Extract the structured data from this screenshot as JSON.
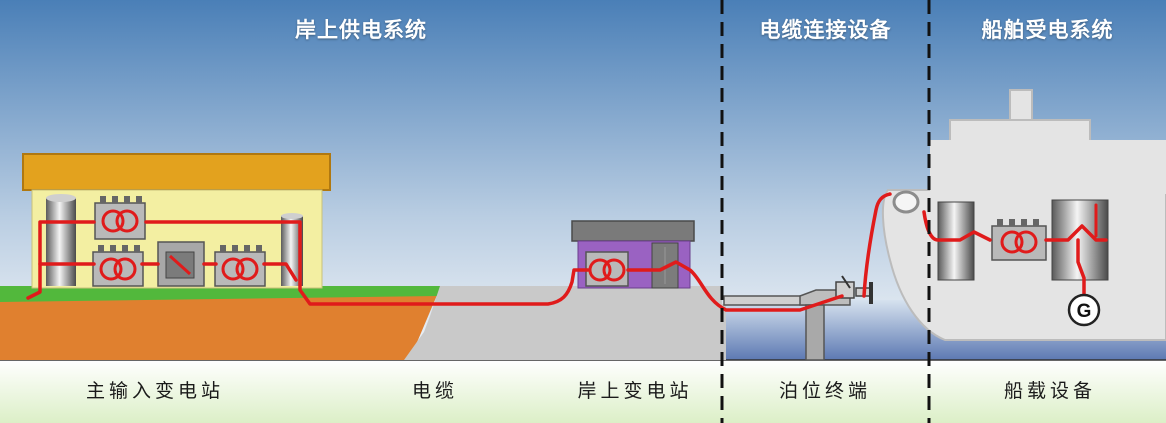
{
  "sections": {
    "shore": "岸上供电系统",
    "cable_equipment": "电缆连接设备",
    "ship": "船舶受电系统"
  },
  "labels": {
    "main_substation": "主输入变电站",
    "cable": "电缆",
    "shore_substation": "岸上变电站",
    "berth_terminal": "泊位终端",
    "ship_equipment": "船载设备"
  },
  "symbols": {
    "generator": "G"
  },
  "colors": {
    "sky_top": "#4a7fb7",
    "sky_bottom": "#eaf0f6",
    "ground": "#c9c9c9",
    "grass": "#52b83c",
    "soil": "#e0802f",
    "cable": "#e01b1b",
    "roof": "#e3a21e",
    "building_wall": "#f3efa2",
    "substation_roof": "#7a7a7a",
    "substation_wall": "#9a62c2",
    "ship_hull": "#e4e4e4",
    "footer": "#e7f4d6",
    "divider": "#111111"
  }
}
